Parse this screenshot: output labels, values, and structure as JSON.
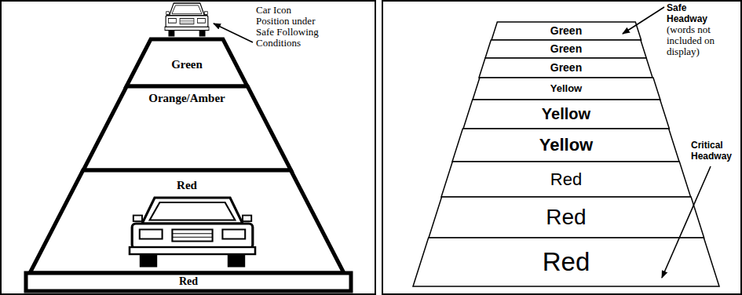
{
  "diagram": {
    "nodes": [
      {
        "text": [
          "Green"
        ]
      },
      {
        "text": [
          "Orange/Amber"
        ]
      },
      {
        "text": [
          "Red"
        ]
      },
      {
        "text": [
          "Red"
        ]
      },
      {
        "text": [
          "Green"
        ]
      },
      {
        "text": [
          "Green"
        ]
      },
      {
        "text": [
          "Green"
        ]
      },
      {
        "text": [
          "Yellow"
        ]
      },
      {
        "text": [
          "Yellow"
        ]
      },
      {
        "text": [
          "Yellow"
        ]
      },
      {
        "text": [
          "Red"
        ]
      },
      {
        "text": [
          "Red"
        ]
      },
      {
        "text": [
          "Red"
        ]
      }
    ],
    "labels": [
      "Car Icon Position under Safe Following Conditions",
      "Safe Headway",
      "(words not included on display)",
      "Critical Headway"
    ]
  }
}
